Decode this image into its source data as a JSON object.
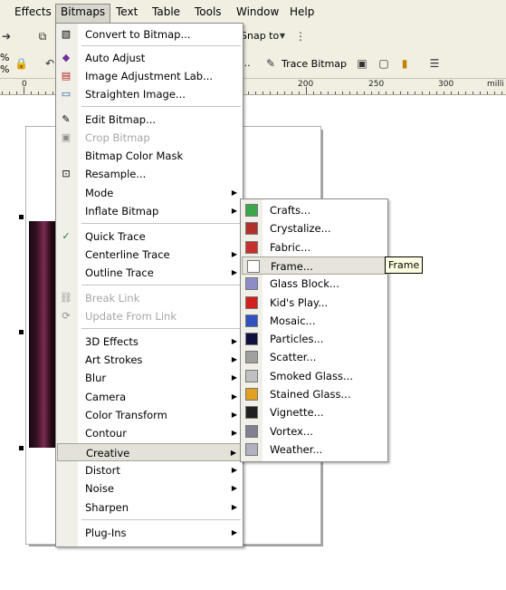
{
  "menubar": {
    "items": [
      "Effects",
      "Bitmaps",
      "Text",
      "Table",
      "Tools",
      "Window",
      "Help"
    ],
    "active": "Bitmaps"
  },
  "toolbar": {
    "snap_to": "Snap to",
    "trace_bitmap": "Trace Bitmap",
    "left_glyph": "%"
  },
  "ruler": {
    "labels": [
      "0",
      "200",
      "250",
      "300",
      "milli"
    ]
  },
  "bitmaps_menu": {
    "items": [
      {
        "label": "Convert to Bitmap...",
        "icon": "convert-bitmap-icon"
      },
      {
        "label": "Auto Adjust",
        "icon": "auto-adjust-icon"
      },
      {
        "label": "Image Adjustment Lab...",
        "icon": "image-adjust-lab-icon"
      },
      {
        "label": "Straighten Image...",
        "icon": "straighten-image-icon"
      },
      {
        "label": "Edit Bitmap...",
        "icon": "edit-bitmap-icon"
      },
      {
        "label": "Crop Bitmap",
        "icon": "crop-bitmap-icon",
        "disabled": true
      },
      {
        "label": "Bitmap Color Mask",
        "icon": ""
      },
      {
        "label": "Resample...",
        "icon": "resample-icon"
      },
      {
        "label": "Mode",
        "submenu": true
      },
      {
        "label": "Inflate Bitmap",
        "submenu": true
      },
      {
        "label": "Quick Trace",
        "icon": "quick-trace-icon"
      },
      {
        "label": "Centerline Trace",
        "submenu": true
      },
      {
        "label": "Outline Trace",
        "submenu": true
      },
      {
        "label": "Break Link",
        "icon": "break-link-icon",
        "disabled": true
      },
      {
        "label": "Update From Link",
        "icon": "update-link-icon",
        "disabled": true
      },
      {
        "label": "3D Effects",
        "submenu": true
      },
      {
        "label": "Art Strokes",
        "submenu": true
      },
      {
        "label": "Blur",
        "submenu": true
      },
      {
        "label": "Camera",
        "submenu": true
      },
      {
        "label": "Color Transform",
        "submenu": true
      },
      {
        "label": "Contour",
        "submenu": true
      },
      {
        "label": "Creative",
        "submenu": true,
        "highlighted": true
      },
      {
        "label": "Distort",
        "submenu": true
      },
      {
        "label": "Noise",
        "submenu": true
      },
      {
        "label": "Sharpen",
        "submenu": true
      },
      {
        "label": "Plug-Ins",
        "submenu": true
      }
    ]
  },
  "creative_submenu": {
    "items": [
      {
        "label": "Crafts...",
        "color": "#3aa84a"
      },
      {
        "label": "Crystalize...",
        "color": "#b0302a"
      },
      {
        "label": "Fabric...",
        "color": "#c83030"
      },
      {
        "label": "Frame...",
        "color": "#ffffff",
        "highlighted": true
      },
      {
        "label": "Glass Block...",
        "color": "#8c8cc8"
      },
      {
        "label": "Kid's Play...",
        "color": "#d02020"
      },
      {
        "label": "Mosaic...",
        "color": "#3050c0"
      },
      {
        "label": "Particles...",
        "color": "#101040"
      },
      {
        "label": "Scatter...",
        "color": "#a0a0a0"
      },
      {
        "label": "Smoked Glass...",
        "color": "#c0c0c0"
      },
      {
        "label": "Stained Glass...",
        "color": "#e0a020"
      },
      {
        "label": "Vignette...",
        "color": "#202020"
      },
      {
        "label": "Vortex...",
        "color": "#808090"
      },
      {
        "label": "Weather...",
        "color": "#b0b0c0"
      }
    ],
    "tooltip": "Frame"
  }
}
